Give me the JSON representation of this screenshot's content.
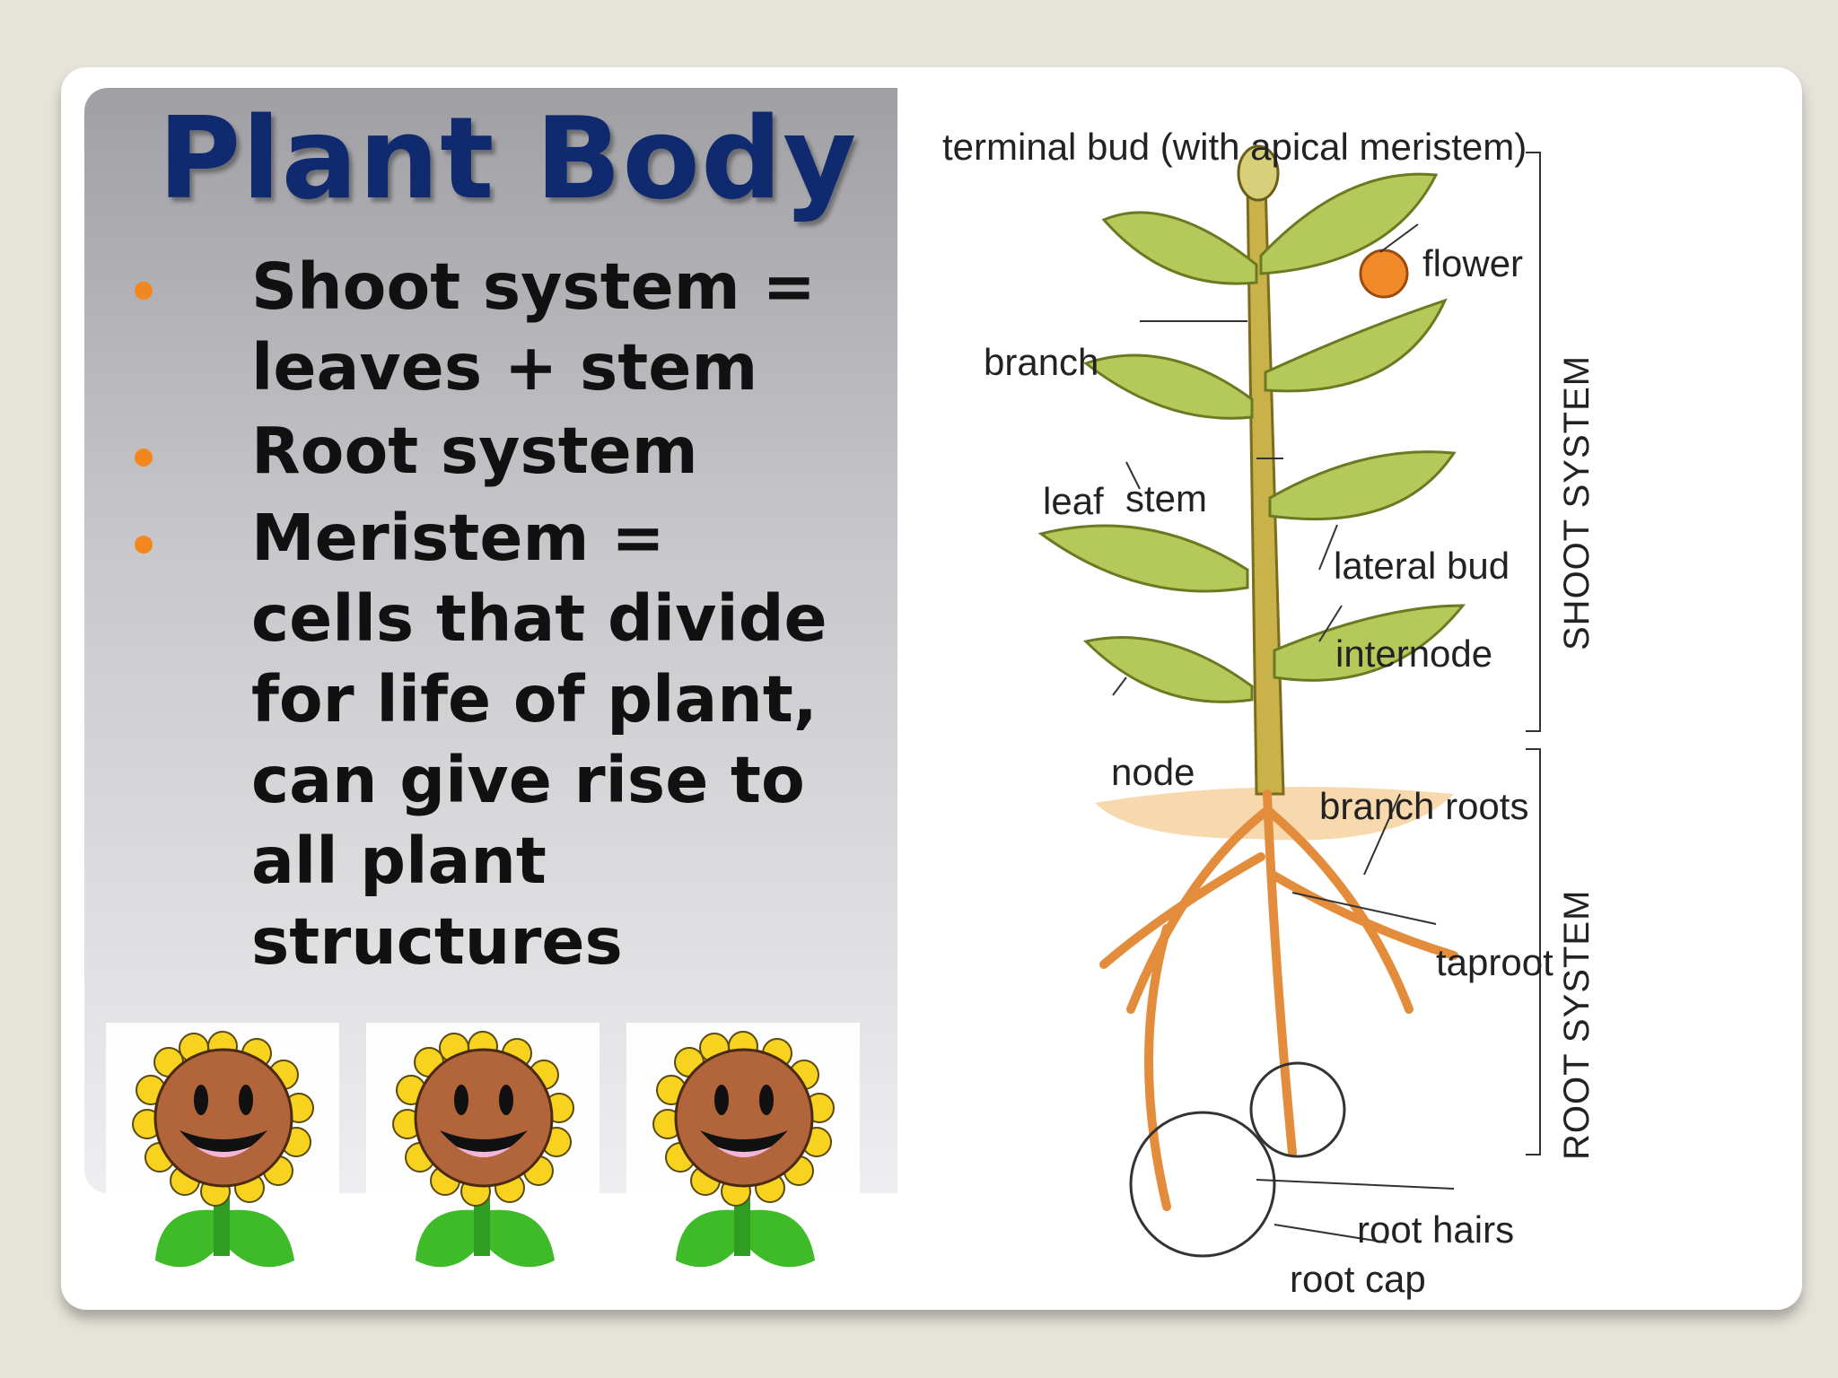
{
  "slide": {
    "title": "Plant Body",
    "bullets": [
      {
        "lines": [
          "Shoot system =",
          "leaves + stem"
        ]
      },
      {
        "lines": [
          "Root system"
        ]
      },
      {
        "lines": [
          "Meristem =",
          "cells that divide",
          "for life of plant,",
          "can give rise to",
          "all plant",
          "structures"
        ]
      }
    ],
    "sunflower_count": 3
  },
  "diagram": {
    "labels": {
      "terminal_bud": "terminal bud  (with apical meristem)",
      "flower": "flower",
      "branch": "branch",
      "leaf": "leaf",
      "stem": "stem",
      "lateral_bud": "lateral bud",
      "internode": "internode",
      "node": "node",
      "branch_roots": "branch roots",
      "taproot": "taproot",
      "root_hairs": "root hairs",
      "root_cap": "root cap"
    },
    "sections": {
      "shoot": "SHOOT SYSTEM",
      "root": "ROOT SYSTEM"
    }
  },
  "colors": {
    "title": "#0f2a6e",
    "bullet": "#f4861f",
    "leaf": "#b5c95a",
    "root": "#e38c3c",
    "petal": "#f7d21e",
    "face": "#b2643a"
  }
}
